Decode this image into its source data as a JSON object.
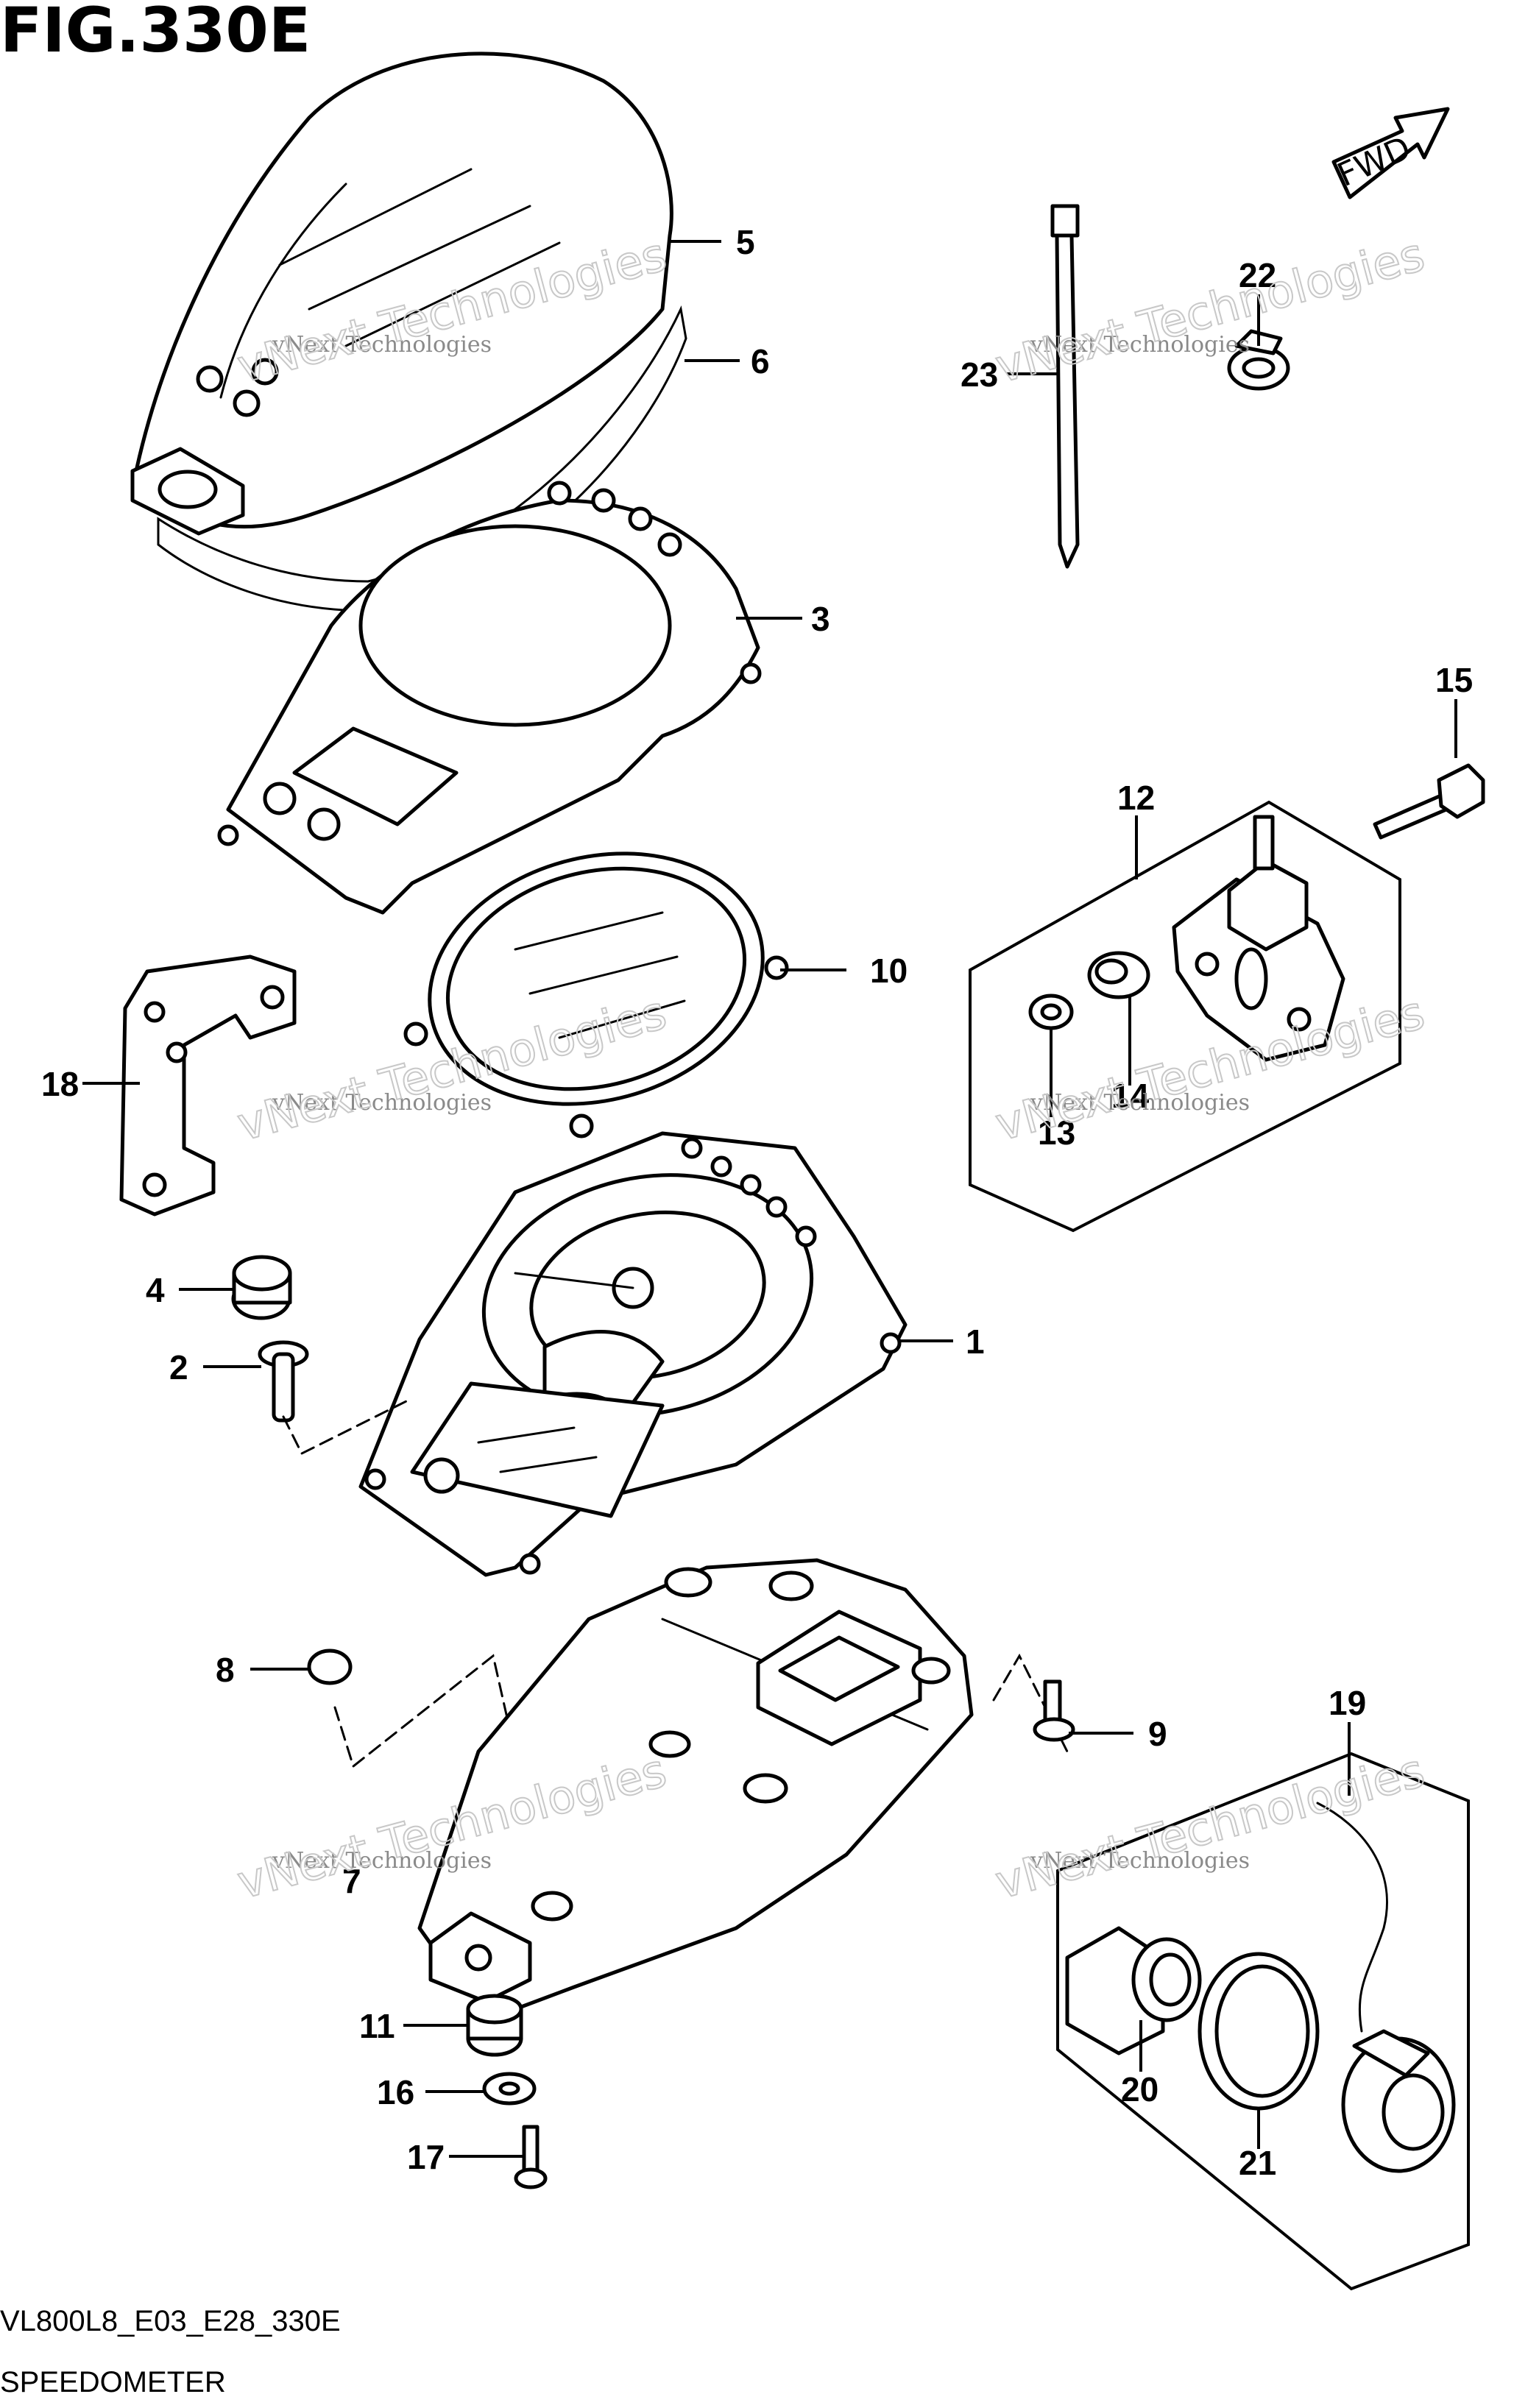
{
  "figure": {
    "title": "FIG.330E",
    "code": "VL800L8_E03_E28_330E",
    "subtitle": "SPEEDOMETER"
  },
  "direction_badge": "FWD",
  "watermark": {
    "line1": "vNext Technologies",
    "line2": "vNext Technologies"
  },
  "callouts": [
    {
      "id": "c5",
      "number": "5",
      "part": "front-cover"
    },
    {
      "id": "c6",
      "number": "6",
      "part": "cover-seal"
    },
    {
      "id": "c3",
      "number": "3",
      "part": "meter-housing-upper"
    },
    {
      "id": "c10",
      "number": "10",
      "part": "lens-ring"
    },
    {
      "id": "c18",
      "number": "18",
      "part": "bracket"
    },
    {
      "id": "c4",
      "number": "4",
      "part": "cushion"
    },
    {
      "id": "c2",
      "number": "2",
      "part": "stud"
    },
    {
      "id": "c1",
      "number": "1",
      "part": "meter-assembly"
    },
    {
      "id": "c8",
      "number": "8",
      "part": "plug"
    },
    {
      "id": "c7",
      "number": "7",
      "part": "lower-case"
    },
    {
      "id": "c9",
      "number": "9",
      "part": "screw"
    },
    {
      "id": "c11",
      "number": "11",
      "part": "grommet"
    },
    {
      "id": "c16",
      "number": "16",
      "part": "washer"
    },
    {
      "id": "c17",
      "number": "17",
      "part": "screw"
    },
    {
      "id": "c23",
      "number": "23",
      "part": "cable-tie"
    },
    {
      "id": "c22",
      "number": "22",
      "part": "clamp"
    },
    {
      "id": "c15",
      "number": "15",
      "part": "bolt"
    },
    {
      "id": "c12",
      "number": "12",
      "part": "switch-assembly"
    },
    {
      "id": "c14",
      "number": "14",
      "part": "grommet"
    },
    {
      "id": "c13",
      "number": "13",
      "part": "collar"
    },
    {
      "id": "c19",
      "number": "19",
      "part": "lamp-harness"
    },
    {
      "id": "c20",
      "number": "20",
      "part": "socket"
    },
    {
      "id": "c21",
      "number": "21",
      "part": "ring"
    }
  ]
}
